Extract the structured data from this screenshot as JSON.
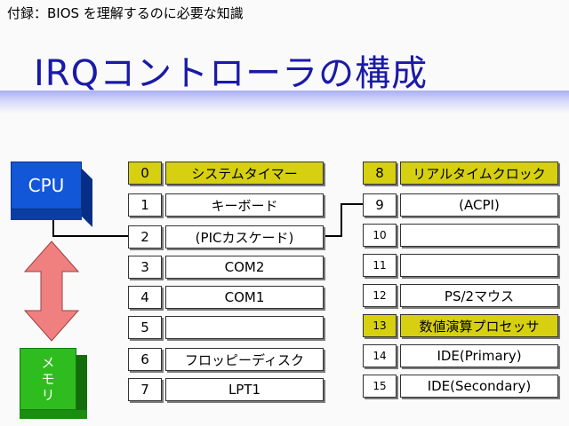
{
  "header": "付録：BIOS を理解するのに必要な知識",
  "title": "IRQコントローラの構成",
  "cpu_label": "CPU",
  "memory_label": [
    "メ",
    "モ",
    "リ"
  ],
  "left_irqs": [
    {
      "num": "0",
      "name": "システムタイマー",
      "highlight": true
    },
    {
      "num": "1",
      "name": "キーボード",
      "highlight": false
    },
    {
      "num": "2",
      "name": "(PICカスケード)",
      "highlight": false
    },
    {
      "num": "3",
      "name": "COM2",
      "highlight": false
    },
    {
      "num": "4",
      "name": "COM1",
      "highlight": false
    },
    {
      "num": "5",
      "name": "",
      "highlight": false
    },
    {
      "num": "6",
      "name": "フロッピーディスク",
      "highlight": false
    },
    {
      "num": "7",
      "name": "LPT1",
      "highlight": false
    }
  ],
  "right_irqs": [
    {
      "num": "8",
      "name": "リアルタイムクロック",
      "highlight": true
    },
    {
      "num": "9",
      "name": "(ACPI)",
      "highlight": false
    },
    {
      "num": "10",
      "name": "",
      "highlight": false
    },
    {
      "num": "11",
      "name": "",
      "highlight": false
    },
    {
      "num": "12",
      "name": "PS/2マウス",
      "highlight": false
    },
    {
      "num": "13",
      "name": "数値演算プロセッサ",
      "highlight": true
    },
    {
      "num": "14",
      "name": "IDE(Primary)",
      "highlight": false
    },
    {
      "num": "15",
      "name": "IDE(Secondary)",
      "highlight": false
    }
  ],
  "colors": {
    "title": "#1a1aa8",
    "highlight": "#d6d011",
    "cpu": "#1357d9",
    "memory": "#2fbc1f",
    "arrow": "#f08080"
  }
}
